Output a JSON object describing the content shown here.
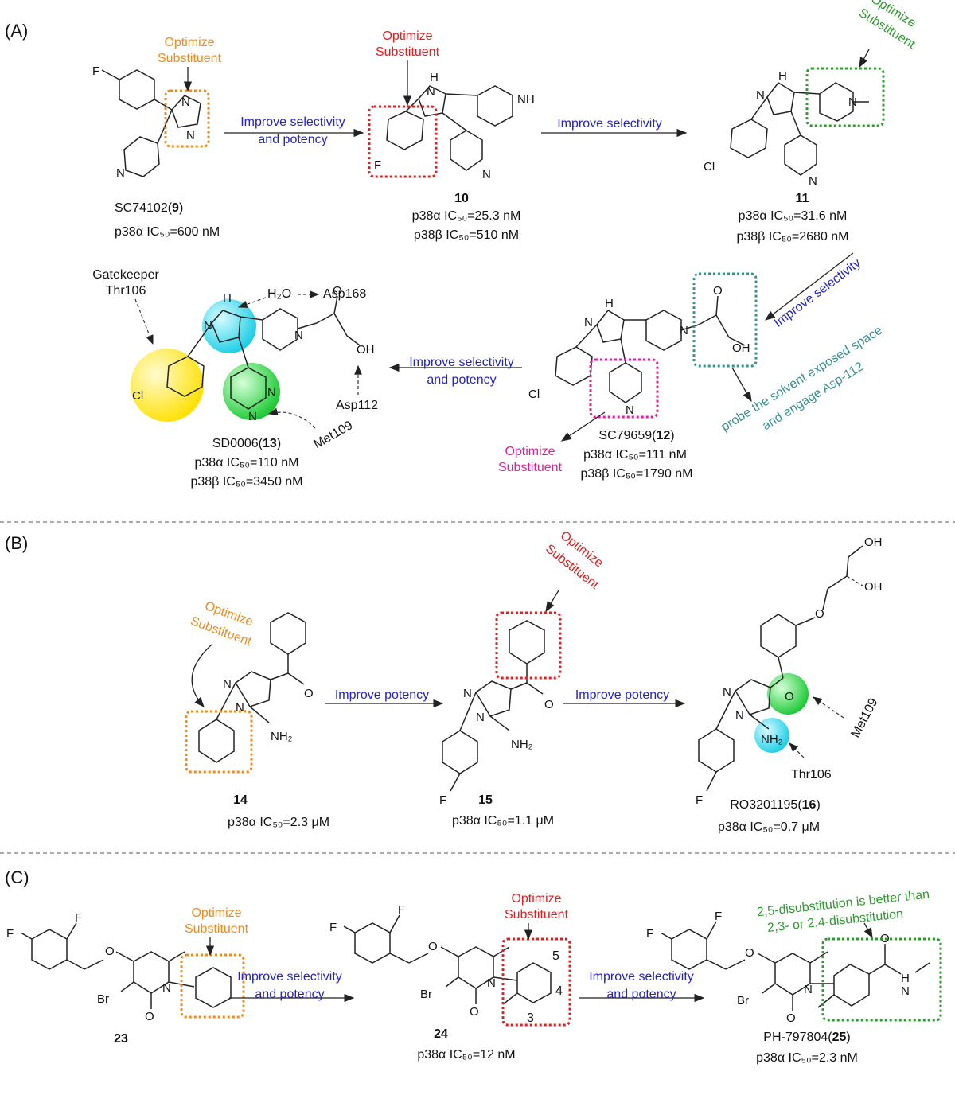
{
  "panels": {
    "A": {
      "label": "(A)",
      "annotations": {
        "opt1": [
          "Optimize",
          "Substituent"
        ],
        "opt2": [
          "Optimize",
          "Substituent"
        ],
        "opt3": [
          "Optimize",
          "Substituent"
        ],
        "opt4": [
          "Optimize",
          "Substituent"
        ],
        "arrow1": [
          "Improve selectivity",
          "and potency"
        ],
        "arrow2": "Improve selectivity",
        "arrow3": "Improve selectivity",
        "arrow4": [
          "Improve selectivity",
          "and potency"
        ],
        "probe": [
          "probe the solvent exposed space",
          "and engage Asp-112"
        ],
        "gatekeeper": [
          "Gatekeeper",
          "Thr106"
        ],
        "h2o": "H₂O",
        "asp168": "Asp168",
        "asp112": "Asp112",
        "met109": "Met109"
      },
      "compounds": {
        "c9": {
          "name": "SC74102(",
          "num": "9",
          "close": ")",
          "ic50a": "p38α IC₅₀=600 nM"
        },
        "c10": {
          "num": "10",
          "ic50a": "p38α IC₅₀=25.3 nM",
          "ic50b": "p38β IC₅₀=510 nM"
        },
        "c11": {
          "num": "11",
          "ic50a": "p38α IC₅₀=31.6 nM",
          "ic50b": "p38β IC₅₀=2680 nM"
        },
        "c12": {
          "name": "SC79659(",
          "num": "12",
          "close": ")",
          "ic50a": "p38α IC₅₀=111 nM",
          "ic50b": "p38β IC₅₀=1790 nM"
        },
        "c13": {
          "name": "SD0006(",
          "num": "13",
          "close": ")",
          "ic50a": "p38α IC₅₀=110 nM",
          "ic50b": "p38β IC₅₀=3450 nM"
        }
      }
    },
    "B": {
      "label": "(B)",
      "annotations": {
        "opt1": [
          "Optimize",
          "Substituent"
        ],
        "opt2": [
          "Optimize",
          "Substituent"
        ],
        "arrow1": "Improve potency",
        "arrow2": "Improve potency",
        "met109": "Met109",
        "thr106": "Thr106"
      },
      "compounds": {
        "c14": {
          "num": "14",
          "ic50a": "p38α IC₅₀=2.3 μM"
        },
        "c15": {
          "num": "15",
          "ic50a": "p38α IC₅₀=1.1 μM"
        },
        "c16": {
          "name": "RO3201195(",
          "num": "16",
          "close": ")",
          "ic50a": "p38α IC₅₀=0.7 μM"
        }
      }
    },
    "C": {
      "label": "(C)",
      "annotations": {
        "opt1": [
          "Optimize",
          "Substituent"
        ],
        "opt2": [
          "Optimize",
          "Substituent"
        ],
        "arrow1": [
          "Improve selectivity",
          "and potency"
        ],
        "arrow2": [
          "Improve selectivity",
          "and potency"
        ],
        "disub": [
          "2,5-disubstitution is better than",
          "2,3- or 2,4-disubstitution"
        ],
        "pos5": "5",
        "pos4": "4",
        "pos3": "3"
      },
      "compounds": {
        "c23": {
          "num": "23"
        },
        "c24": {
          "num": "24",
          "ic50a": "p38α IC₅₀=12 nM"
        },
        "c25": {
          "name": "PH-797804(",
          "num": "25",
          "close": ")",
          "ic50a": "p38α IC₅₀=2.3 nM"
        }
      }
    }
  },
  "atoms": {
    "F": "F",
    "Cl": "Cl",
    "Br": "Br",
    "N": "N",
    "O": "O",
    "OH": "OH",
    "NH": "NH",
    "H": "H",
    "NH2": "NH₂"
  },
  "colors": {
    "orange": "#f08a1e",
    "red": "#e02020",
    "green": "#2e9a2e",
    "teal": "#3a8f8f",
    "magenta": "#e0209a",
    "blue": "#2323c8",
    "yellow": "#ffe94a",
    "cyan": "#4fdcf0",
    "lime": "#3ee05a"
  }
}
